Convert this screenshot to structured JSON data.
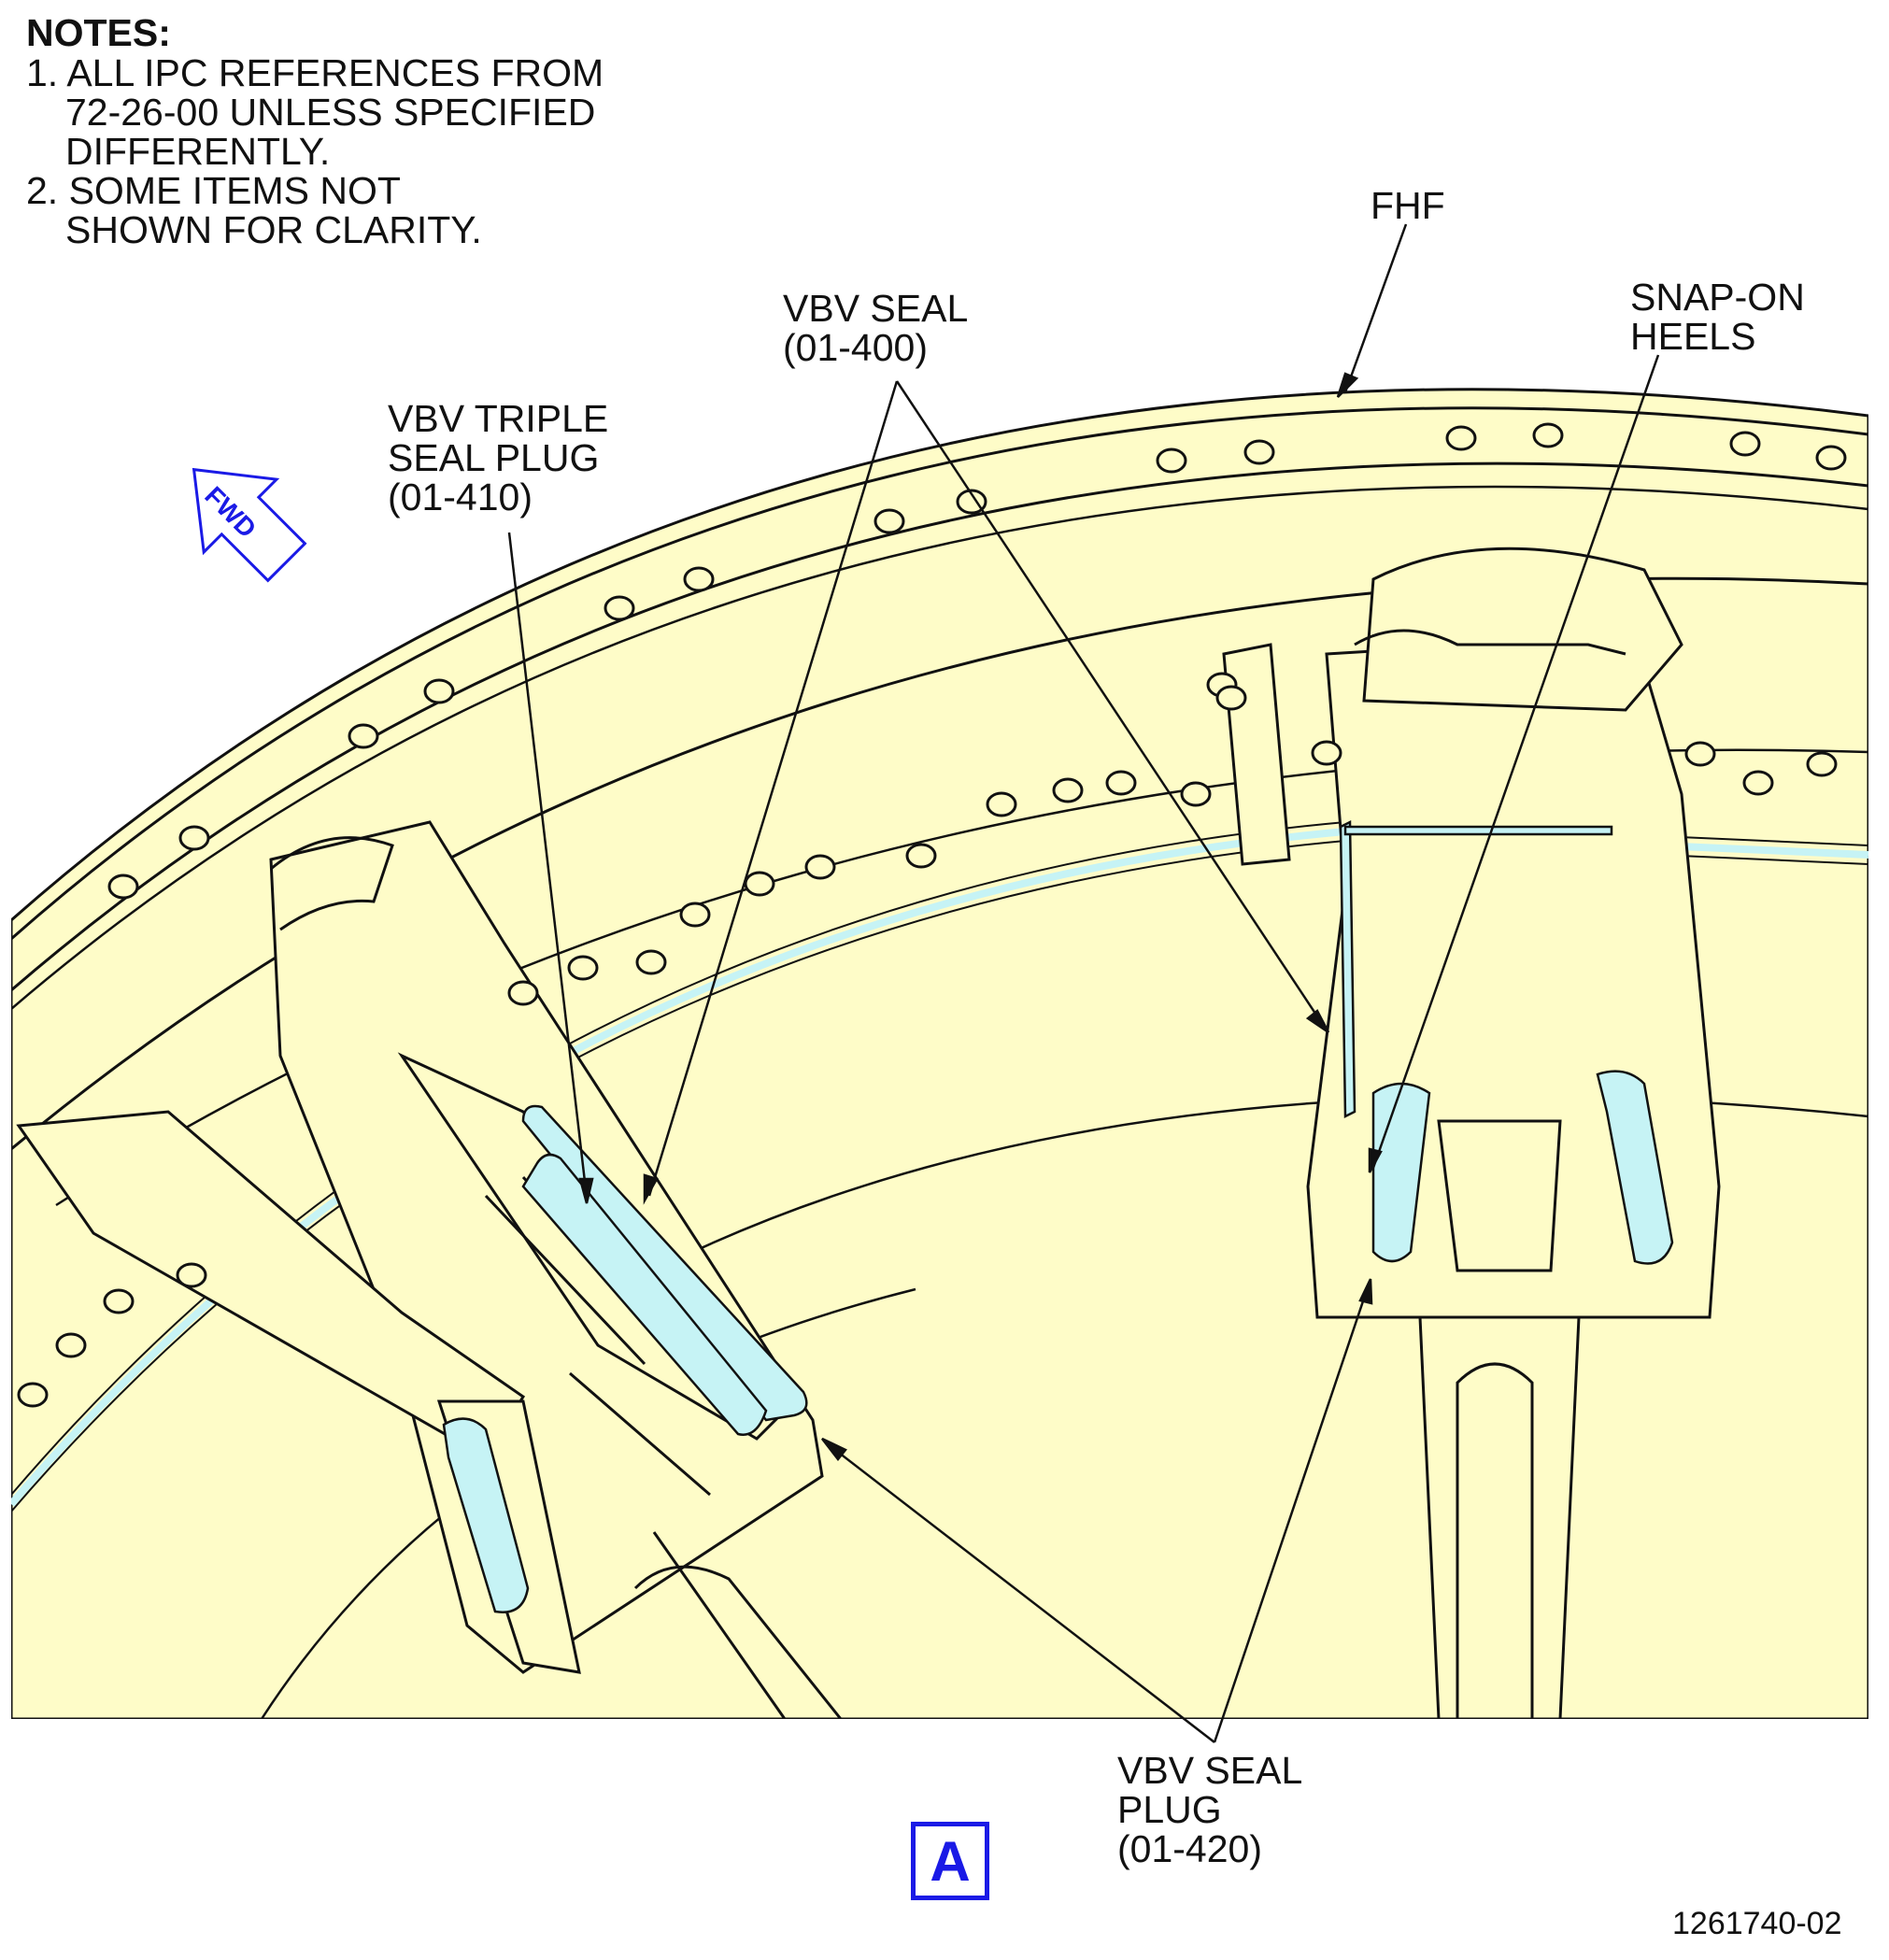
{
  "colors": {
    "panel_fill": "#fefcc8",
    "seal_fill": "#c6f3f5",
    "outline": "#111111",
    "accent_blue": "#1a1ae6"
  },
  "notes": {
    "title": "NOTES:",
    "lines": [
      "1. ALL IPC REFERENCES FROM",
      "72-26-00 UNLESS SPECIFIED",
      "DIFFERENTLY.",
      "2. SOME ITEMS NOT",
      "SHOWN FOR CLARITY."
    ]
  },
  "fwd_arrow_label": "FWD",
  "callouts": {
    "fhf": "FHF",
    "vbv_seal": [
      "VBV SEAL",
      "(01-400)"
    ],
    "snap_on_heels": [
      "SNAP-ON",
      "HEELS"
    ],
    "vbv_triple_seal_plug": [
      "VBV TRIPLE",
      "SEAL PLUG",
      "(01-410)"
    ],
    "vbv_seal_plug": [
      "VBV SEAL",
      "PLUG",
      "(01-420)"
    ]
  },
  "view_label": "A",
  "figure_number": "1261740-02"
}
